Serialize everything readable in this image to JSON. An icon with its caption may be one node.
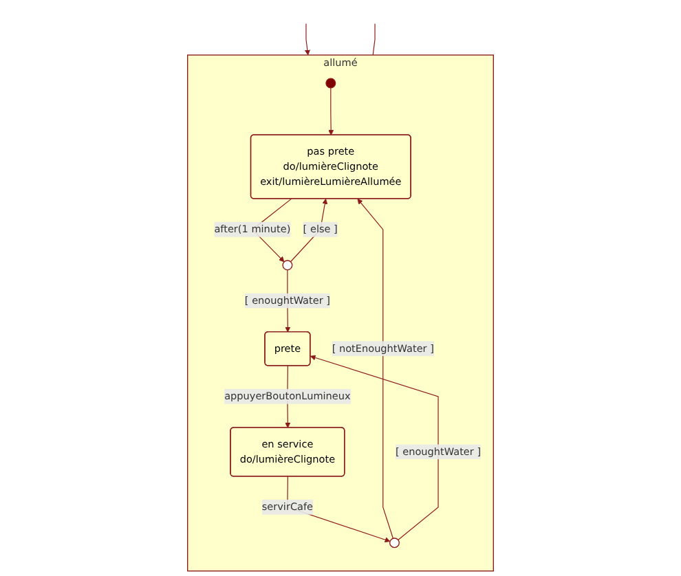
{
  "diagram": {
    "nodes": [
      {
        "text": [
          "allumé"
        ]
      },
      {
        "text": [],
        "shape": "circle",
        "in": 0
      },
      {
        "text": [
          "pas prete",
          "do/lumièreClignote",
          "exit/lumièreLumièreAllumée"
        ],
        "in": 0
      },
      {
        "text": [],
        "shape": "circle",
        "in": 0
      },
      {
        "text": [
          "prete"
        ],
        "in": 0
      },
      {
        "text": [
          "en service",
          "do/lumièreClignote"
        ],
        "in": 0
      },
      {
        "text": [],
        "shape": "circle",
        "in": 0
      }
    ],
    "edges": [
      {
        "from": null,
        "to": 0,
        "arrow": "to"
      },
      {
        "from": null,
        "to": 0,
        "arrow": "none"
      },
      {
        "from": 1,
        "to": 2,
        "arrow": "to"
      },
      {
        "from": 2,
        "to": 3,
        "arrow": "to",
        "label": "after(1 minute)"
      },
      {
        "from": 3,
        "to": 4,
        "arrow": "to",
        "label": "[ enoughtWater ]"
      },
      {
        "from": 3,
        "to": 2,
        "arrow": "to",
        "label": "[ else ]"
      },
      {
        "from": 4,
        "to": 5,
        "arrow": "to",
        "label": "appuyerBoutonLumineux"
      },
      {
        "from": 5,
        "to": 6,
        "arrow": "to",
        "label": "servirCafe"
      },
      {
        "from": 6,
        "to": 2,
        "arrow": "to",
        "label": "[ notEnoughtWater ]"
      },
      {
        "from": 6,
        "to": 4,
        "arrow": "to",
        "label": "[ enoughtWater ]"
      }
    ]
  }
}
